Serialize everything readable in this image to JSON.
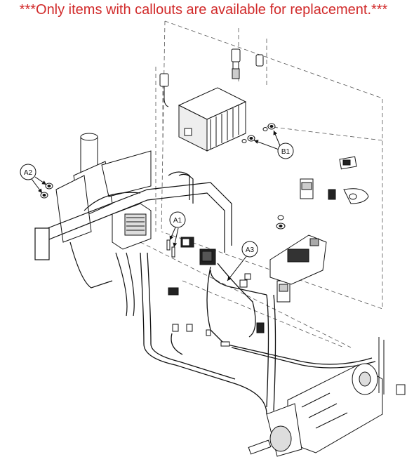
{
  "header": {
    "notice": "***Only items with callouts are available for replacement.***",
    "notice_color": "#d12a2a"
  },
  "callouts": {
    "a1": "A1",
    "a2": "A2",
    "a3": "A3",
    "b1": "B1"
  },
  "colors": {
    "line": "#111111",
    "dash": "#555555",
    "fill": "#ffffff",
    "shade": "#d9d9d9"
  }
}
